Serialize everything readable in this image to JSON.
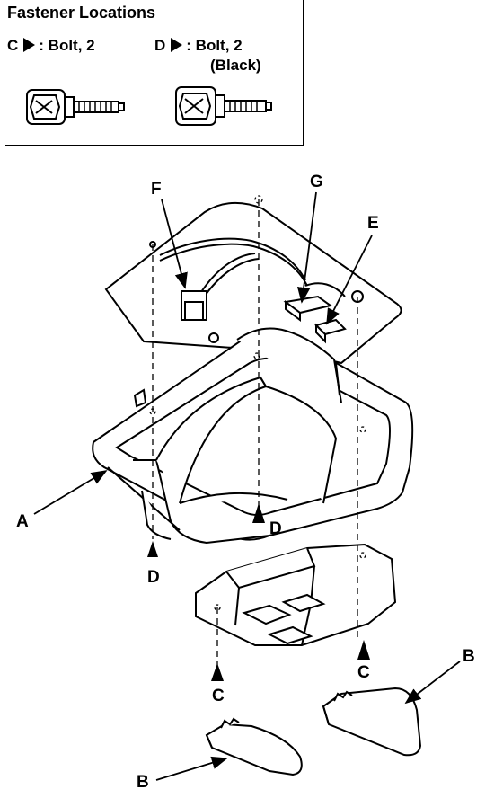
{
  "legend": {
    "title": "Fastener Locations",
    "items": [
      {
        "letter": "C",
        "text": ": Bolt, 2",
        "sub": ""
      },
      {
        "letter": "D",
        "text": ": Bolt, 2",
        "sub": "(Black)"
      }
    ]
  },
  "callouts": {
    "A": "A",
    "B1": "B",
    "B2": "B",
    "C1": "C",
    "C2": "C",
    "D1": "D",
    "D2": "D",
    "E": "E",
    "F": "F",
    "G": "G"
  }
}
